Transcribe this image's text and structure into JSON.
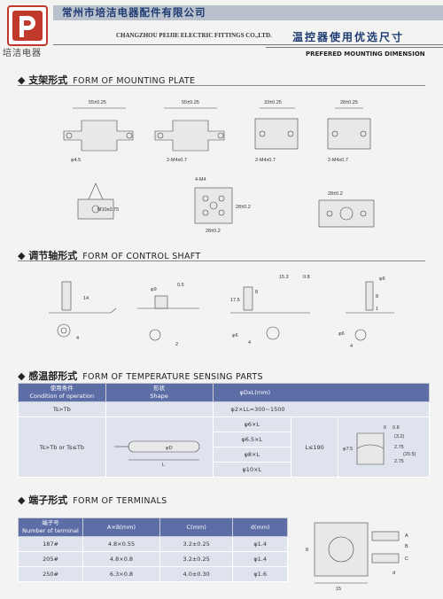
{
  "header": {
    "brand": "培洁电器",
    "company_cn": "常州市培洁电器配件有限公司",
    "company_en": "CHANGZHOU PEIJIE ELECTRIC FITTINGS CO.,LTD.",
    "title_cn": "温控器使用优选尺寸",
    "title_en": "PREFERED MOUNTING DIMENSION"
  },
  "sections": {
    "mounting": {
      "cn": "支架形式",
      "en": "FORM OF MOUNTING PLATE"
    },
    "shaft": {
      "cn": "调节轴形式",
      "en": "FORM OF CONTROL SHAFT"
    },
    "sensing": {
      "cn": "感温部形式",
      "en": "FORM OF TEMPERATURE SENSING PARTS"
    },
    "terminals": {
      "cn": "端子形式",
      "en": "FORM OF TERMINALS"
    }
  },
  "mounting_labels": {
    "d1": "55±0.25",
    "d2": "55±0.25",
    "d3": "33±0.25",
    "d4": "28±0.25",
    "h1": "φ4.5",
    "h2": "2-M4x0.7",
    "h3": "2-M4x0.7",
    "h4": "2-M4x0.7",
    "m10": "M10x0.75",
    "m4": "4-M4",
    "v28": "28±0.2",
    "h28": "28±0.2",
    "h28b": "28±0.2"
  },
  "shaft_labels": {
    "s14": "14",
    "s4": "4",
    "phi9": "φ9",
    "s05": "0.5",
    "s2": "2",
    "s153": "15.3",
    "s08": "0.8",
    "s175": "17.5",
    "s8": "8",
    "phi6a": "φ6",
    "phi4": "4",
    "phi6b": "φ6",
    "s8b": "8",
    "s1": "1",
    "phi6c": "φ6",
    "s4b": "4"
  },
  "sensing_table": {
    "h_condition": "使用条件",
    "h_condition_en": "Condition of operation",
    "h_shape": "形状",
    "h_shape_en": "Shape",
    "h_dim": "φDxL(mm)",
    "row1_cond": "Ts>Tb",
    "row1_dim": "φ2×LL=300~1500",
    "row2_cond": "Ts>Tb or Ts≤Tb",
    "row2_dims": [
      "φ6×L",
      "φ6.5×L",
      "φ8×L",
      "φ10×L"
    ],
    "row2_L": "L≤190",
    "lab_phiD": "φD",
    "lab_L": "L"
  },
  "sensing_drawing": {
    "a": "6",
    "b": "0.8",
    "c": "(3.2)",
    "d": "φ7.5",
    "e": "2.75",
    "f": "(20.5)",
    "g": "2.75"
  },
  "terminal_table": {
    "h_no": "端子号",
    "h_no_en": "Number of terminal",
    "h_ab": "A×B(mm)",
    "h_c": "C(mm)",
    "h_d": "d(mm)",
    "rows": [
      {
        "no": "187#",
        "ab": "4.8×0.55",
        "c": "3.2±0.25",
        "d": "φ1.4"
      },
      {
        "no": "205#",
        "ab": "4.8×0.8",
        "c": "3.2±0.25",
        "d": "φ1.4"
      },
      {
        "no": "250#",
        "ab": "6.3×0.8",
        "c": "4.0±0.30",
        "d": "φ1.6"
      }
    ]
  },
  "terminal_drawing": {
    "a": "A",
    "b": "B",
    "c": "C",
    "d": "d",
    "e": "15",
    "f": "8"
  }
}
